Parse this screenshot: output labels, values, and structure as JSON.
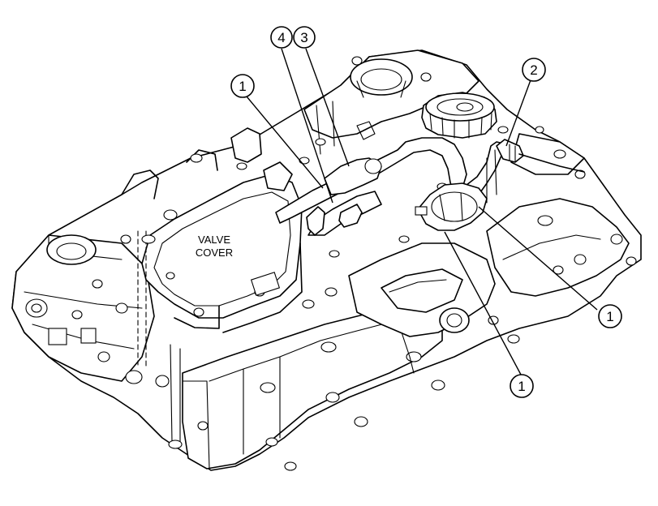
{
  "component_label": {
    "line1": "VALVE",
    "line2": "COVER"
  },
  "callouts": [
    {
      "id": "callout-4",
      "number": "4"
    },
    {
      "id": "callout-3",
      "number": "3"
    },
    {
      "id": "callout-1-top",
      "number": "1"
    },
    {
      "id": "callout-2",
      "number": "2"
    },
    {
      "id": "callout-1-right",
      "number": "1"
    },
    {
      "id": "callout-1-bottom",
      "number": "1"
    }
  ]
}
